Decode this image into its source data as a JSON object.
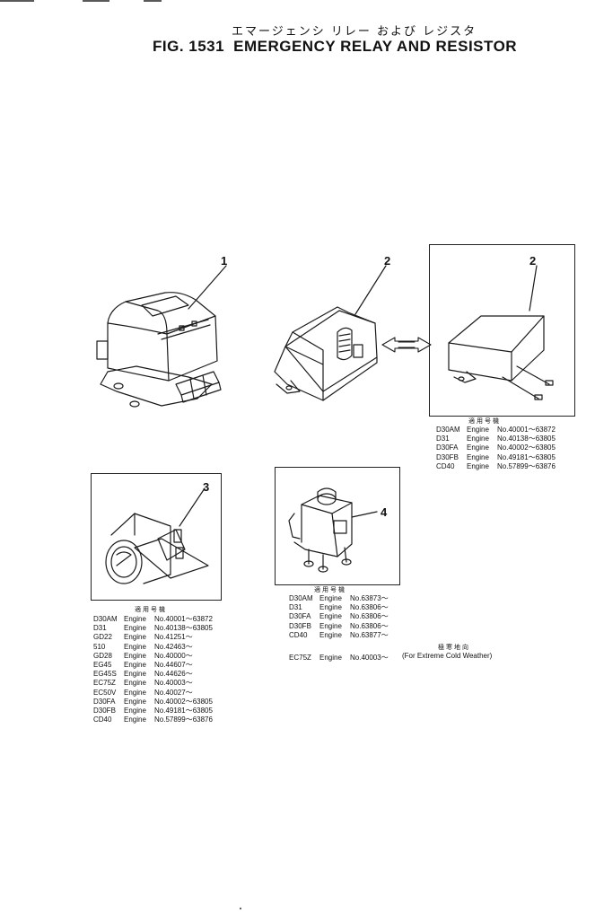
{
  "header": {
    "title_jp": "エマージェンシ リレー および レジスタ",
    "fig_no": "FIG. 1531",
    "title_en": "EMERGENCY RELAY AND RESISTOR"
  },
  "callouts": [
    "1",
    "2",
    "2",
    "3",
    "4"
  ],
  "applicability_heading": "適用号機",
  "tables": {
    "part2": [
      {
        "model": "D30AM",
        "engine": "Engine",
        "range": "No.40001～63872"
      },
      {
        "model": "D31",
        "engine": "Engine",
        "range": "No.40138～63805"
      },
      {
        "model": "D30FA",
        "engine": "Engine",
        "range": "No.40002～63805"
      },
      {
        "model": "D30FB",
        "engine": "Engine",
        "range": "No.49181～63805"
      },
      {
        "model": "CD40",
        "engine": "Engine",
        "range": "No.57899～63876"
      }
    ],
    "part3": [
      {
        "model": "D30AM",
        "engine": "Engine",
        "range": "No.40001～63872"
      },
      {
        "model": "D31",
        "engine": "Engine",
        "range": "No.40138～63805"
      },
      {
        "model": "GD22",
        "engine": "Engine",
        "range": "No.41251～"
      },
      {
        "model": "510",
        "engine": "Engine",
        "range": "No.42463～"
      },
      {
        "model": "GD28",
        "engine": "Engine",
        "range": "No.40000～"
      },
      {
        "model": "EG45",
        "engine": "Engine",
        "range": "No.44607～"
      },
      {
        "model": "EG45S",
        "engine": "Engine",
        "range": "No.44626～"
      },
      {
        "model": "EC75Z",
        "engine": "Engine",
        "range": "No.40003～"
      },
      {
        "model": "EC50V",
        "engine": "Engine",
        "range": "No.40027～"
      },
      {
        "model": "D30FA",
        "engine": "Engine",
        "range": "No.40002～63805"
      },
      {
        "model": "D30FB",
        "engine": "Engine",
        "range": "No.49181～63805"
      },
      {
        "model": "CD40",
        "engine": "Engine",
        "range": "No.57899～63876"
      }
    ],
    "part4": [
      {
        "model": "D30AM",
        "engine": "Engine",
        "range": "No.63873～"
      },
      {
        "model": "D31",
        "engine": "Engine",
        "range": "No.63806～"
      },
      {
        "model": "D30FA",
        "engine": "Engine",
        "range": "No.63806～"
      },
      {
        "model": "D30FB",
        "engine": "Engine",
        "range": "No.63806～"
      },
      {
        "model": "CD40",
        "engine": "Engine",
        "range": "No.63877～"
      }
    ]
  },
  "cold_note": {
    "jp": "極寒地向",
    "model": "EC75Z",
    "engine": "Engine",
    "range": "No.40003～",
    "en": "(For Extreme Cold Weather)"
  },
  "colors": {
    "ink": "#111111",
    "paper": "#ffffff"
  }
}
